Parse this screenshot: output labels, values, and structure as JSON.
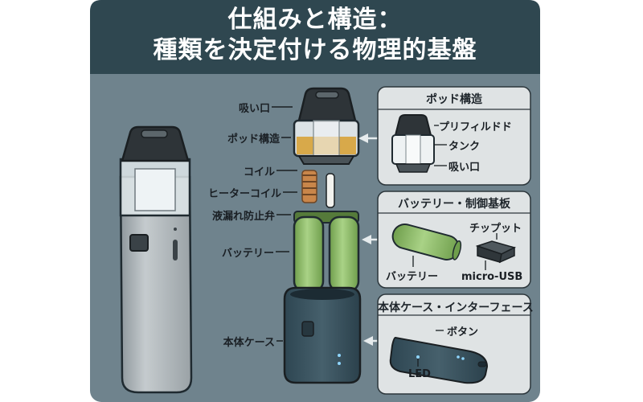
{
  "title": {
    "line1": "仕組みと構造：",
    "line2": "種類を決定付ける物理的基盤"
  },
  "colors": {
    "banner": "#2f4750",
    "background": "#6f838d",
    "panel": "#dfe3e4",
    "battery_green": "#8fbf6a",
    "liquid": "#d8a94a"
  },
  "center_labels": {
    "mouthpiece": "吸い口",
    "pod": "ポッド構造",
    "coil": "コイル",
    "heater_coil": "ヒーターコイル",
    "leak_valve": "液漏れ防止弁",
    "battery": "バッテリー",
    "body_case": "本体ケース"
  },
  "panels": {
    "pod": {
      "title": "ポッド構造",
      "label_prefill": "プリフィルドド",
      "label_tank": "タンク",
      "label_mouth": "吸い口"
    },
    "battery": {
      "title": "バッテリー・制御基板",
      "label_chipset": "チップット",
      "label_battery": "バッテリー",
      "label_usb": "micro-USB"
    },
    "body": {
      "title": "本体ケース・インターフェース",
      "label_button": "ボタン",
      "label_led": "LED"
    }
  }
}
